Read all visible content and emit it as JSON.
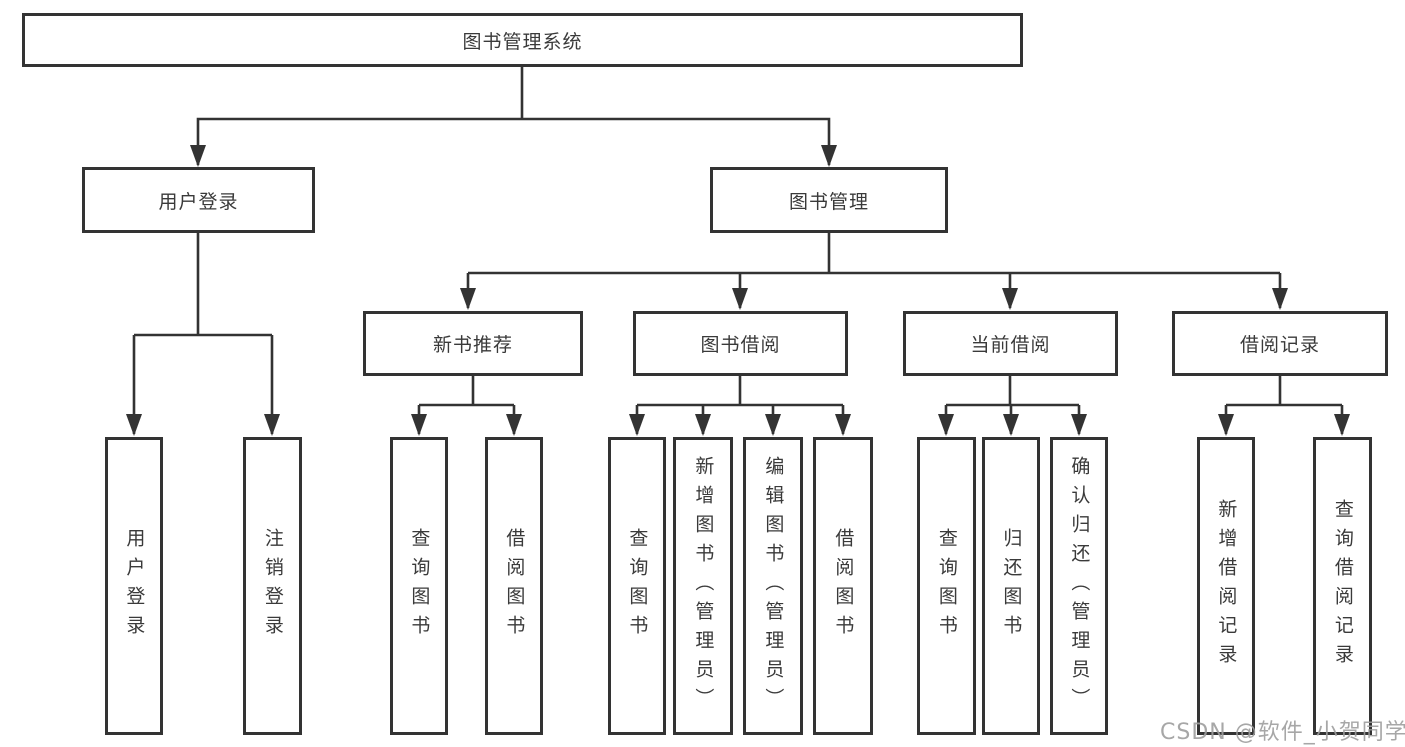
{
  "diagram": {
    "root": "图书管理系统",
    "level2": [
      "用户登录",
      "图书管理"
    ],
    "level3": [
      "新书推荐",
      "图书借阅",
      "当前借阅",
      "借阅记录"
    ],
    "leaves": {
      "user_login": [
        "用户登录",
        "注销登录"
      ],
      "new_books": [
        "查询图书",
        "借阅图书"
      ],
      "book_borrowing": [
        "查询图书",
        "新增图书（管理员）",
        "编辑图书（管理员）",
        "借阅图书"
      ],
      "current_borrowing": [
        "查询图书",
        "归还图书",
        "确认归还（管理员）"
      ],
      "borrowing_records": [
        "新增借阅记录",
        "查询借阅记录"
      ]
    }
  },
  "watermark": "CSDN @软件_小贺同学",
  "colors": {
    "line": "#333333",
    "text": "#3a3a3a",
    "watermark": "#9e9e9e",
    "background": "#ffffff"
  }
}
